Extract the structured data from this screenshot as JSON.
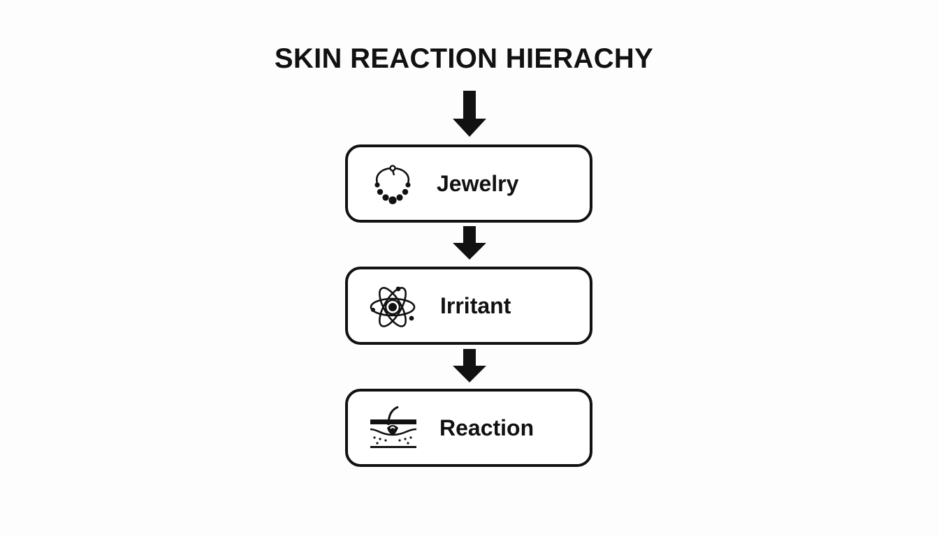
{
  "diagram": {
    "title": "SKIN REACTION HIERACHY",
    "nodes": [
      {
        "label": "Jewelry",
        "icon": "necklace-icon"
      },
      {
        "label": "Irritant",
        "icon": "atom-icon"
      },
      {
        "label": "Reaction",
        "icon": "skin-layer-icon"
      }
    ],
    "colors": {
      "stroke": "#111111",
      "background": "#fdfdfd"
    }
  }
}
